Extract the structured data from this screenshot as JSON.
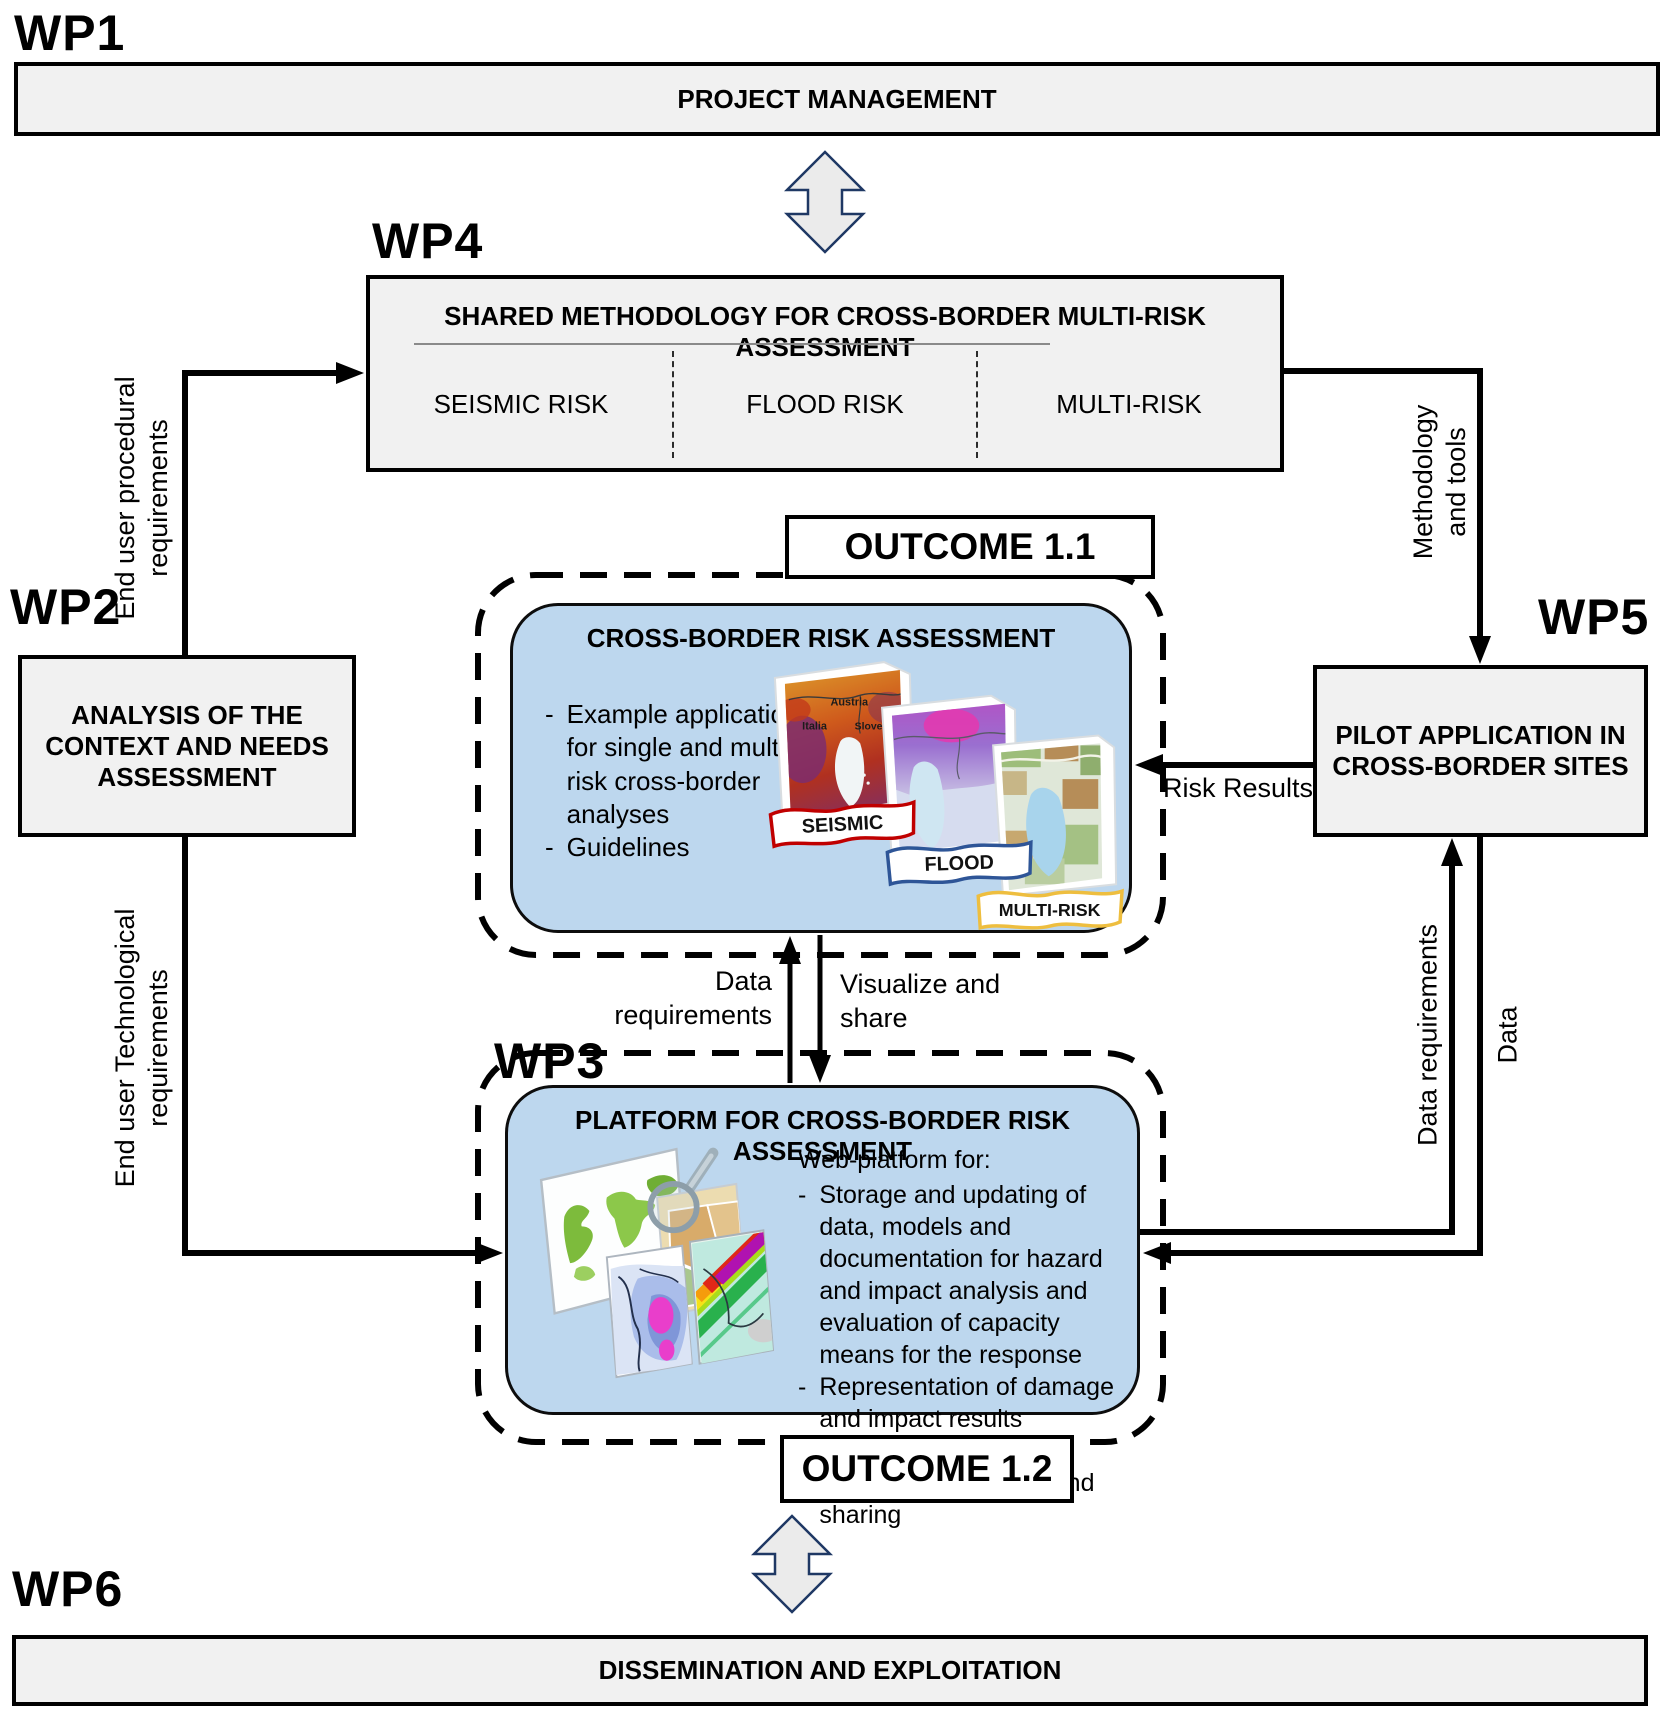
{
  "wp1": {
    "label": "WP1",
    "title": "PROJECT MANAGEMENT"
  },
  "wp2": {
    "label": "WP2",
    "title": "ANALYSIS OF THE CONTEXT AND NEEDS ASSESSMENT"
  },
  "wp3": {
    "label": "WP3",
    "title": "PLATFORM FOR CROSS-BORDER RISK ASSESSMENT",
    "intro": "Web-platform for:",
    "bullets": [
      "Storage and updating of data, models and documentation for hazard and impact analysis and evaluation of capacity means for the response",
      "Representation of damage and impact results combination",
      "Results visualization and sharing"
    ]
  },
  "wp4": {
    "label": "WP4",
    "title": "SHARED METHODOLOGY FOR CROSS-BORDER MULTI-RISK ASSESSMENT",
    "columns": [
      "SEISMIC RISK",
      "FLOOD RISK",
      "MULTI-RISK"
    ]
  },
  "wp5": {
    "label": "WP5",
    "title": "PILOT APPLICATION IN CROSS-BORDER SITES"
  },
  "wp6": {
    "label": "WP6",
    "title": "DISSEMINATION AND EXPLOITATION"
  },
  "outcome11": {
    "label": "OUTCOME 1.1",
    "title": "CROSS-BORDER RISK ASSESSMENT",
    "bullets": [
      "Example applications for single and multi-risk cross-border analyses",
      "Guidelines"
    ],
    "banners": [
      {
        "label": "SEISMIC",
        "color": "#c00000"
      },
      {
        "label": "FLOOD",
        "color": "#2e5597"
      },
      {
        "label": "MULTI-RISK",
        "color": "#eebe3f"
      }
    ],
    "map_labels": {
      "austria": "Austria",
      "italia": "Italia",
      "slovenia": "Slovenia"
    }
  },
  "outcome12": {
    "label": "OUTCOME 1.2"
  },
  "edges": {
    "procedural": {
      "line1": "End user procedural",
      "line2": "requirements"
    },
    "technological": {
      "line1": "End user Technological",
      "line2": "requirements"
    },
    "methodology": {
      "line1": "Methodology",
      "line2": "and tools"
    },
    "risk_results": "Risk Results",
    "data_requirements_center": {
      "line1": "Data",
      "line2": "requirements"
    },
    "visualize": {
      "line1": "Visualize and",
      "line2": "share"
    },
    "data_requirements_right": "Data requirements",
    "data": "Data"
  }
}
